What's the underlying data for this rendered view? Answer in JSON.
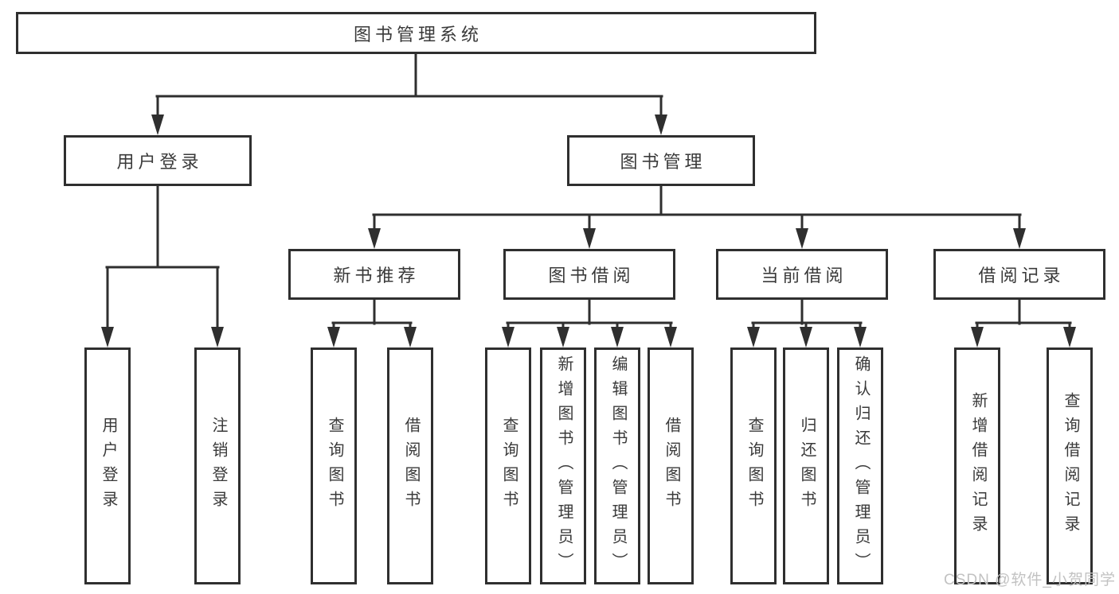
{
  "title": "图书管理系统",
  "watermark": "CSDN @软件_小贺同学",
  "colors": {
    "line": "#2f2f2f",
    "text": "#3a3a3a",
    "box_fill": "#ffffff",
    "background": "#ffffff",
    "watermark": "#c2c2c2"
  },
  "tree": {
    "root": {
      "label": "图书管理系统"
    },
    "branches": [
      {
        "label": "用户登录",
        "children": [
          {
            "label": "用户登录"
          },
          {
            "label": "注销登录"
          }
        ]
      },
      {
        "label": "图书管理",
        "children": [
          {
            "label": "新书推荐",
            "children": [
              {
                "label": "查询图书"
              },
              {
                "label": "借阅图书"
              }
            ]
          },
          {
            "label": "图书借阅",
            "children": [
              {
                "label": "查询图书"
              },
              {
                "label": "新增图书（管理员）"
              },
              {
                "label": "编辑图书（管理员）"
              },
              {
                "label": "借阅图书"
              }
            ]
          },
          {
            "label": "当前借阅",
            "children": [
              {
                "label": "查询图书"
              },
              {
                "label": "归还图书"
              },
              {
                "label": "确认归还（管理员）"
              }
            ]
          },
          {
            "label": "借阅记录",
            "children": [
              {
                "label": "新增借阅记录"
              },
              {
                "label": "查询借阅记录"
              }
            ]
          }
        ]
      }
    ]
  }
}
